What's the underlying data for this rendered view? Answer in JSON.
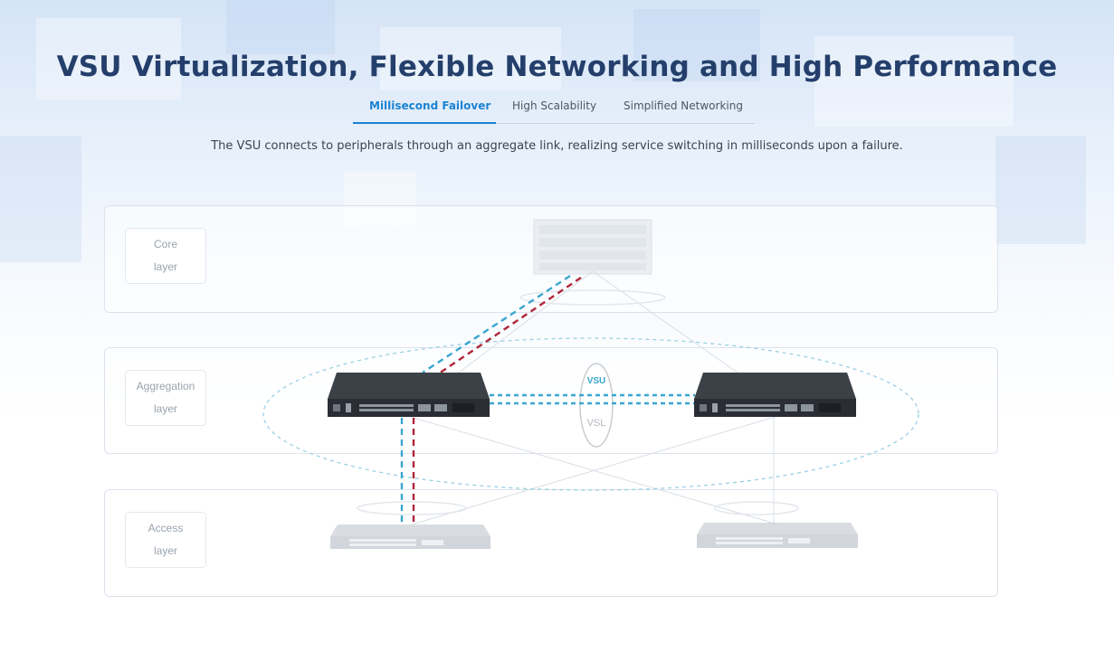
{
  "page": {
    "title": "VSU Virtualization, Flexible Networking and High Performance",
    "description": "The VSU connects to peripherals through an aggregate link, realizing service switching in milliseconds upon a failure."
  },
  "tabs": [
    {
      "label": "Millisecond Failover",
      "active": true
    },
    {
      "label": "High Scalability",
      "active": false
    },
    {
      "label": "Simplified Networking",
      "active": false
    }
  ],
  "layers": [
    {
      "line1": "Core",
      "line2": "layer"
    },
    {
      "line1": "Aggregation",
      "line2": "layer"
    },
    {
      "line1": "Access",
      "line2": "layer"
    }
  ],
  "diagram": {
    "vsu_label": "VSU",
    "vsl_label": "VSL"
  },
  "colors": {
    "accent": "#1b82d1",
    "title": "#243f6b",
    "link_blue": "#3aa6d0",
    "link_red": "#b0263a"
  }
}
